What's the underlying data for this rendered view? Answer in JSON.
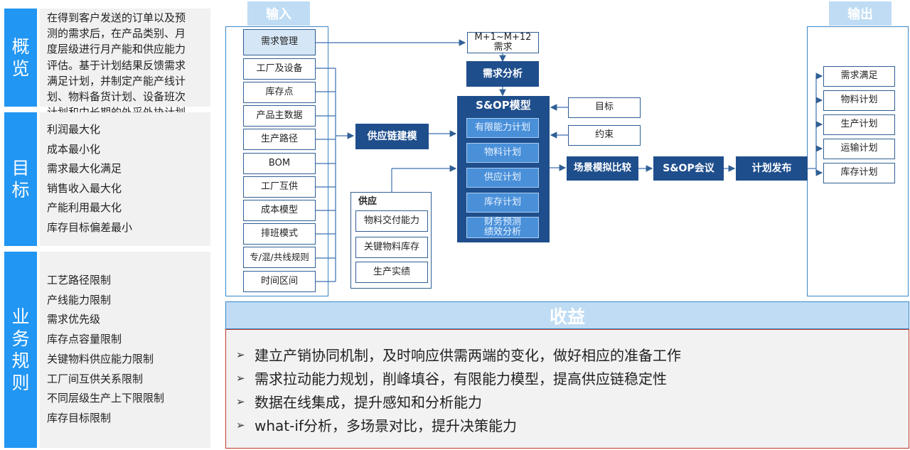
{
  "sidebar": {
    "overview": {
      "label": [
        "概",
        "览"
      ],
      "lines": [
        "在得到客户发送的订单以及预",
        "测的需求后，在产品类别、月",
        "度层级进行月产能和供应能力",
        "评估。基于计划结果反馈需求",
        "满足计划，并制定产能产线计",
        "划、物料备货计划、设备班次",
        "计划和中长期的外采外协计划"
      ]
    },
    "goals": {
      "label": [
        "目",
        "标"
      ],
      "items": [
        "利润最大化",
        "成本最小化",
        "需求最大化满足",
        "销售收入最大化",
        "产能利用最大化",
        "库存目标偏差最小"
      ]
    },
    "rules": {
      "label": [
        "业",
        "务",
        "规",
        "则"
      ],
      "items": [
        "工艺路径限制",
        "产线能力限制",
        "需求优先级",
        "库存点容量限制",
        "关键物料供应能力限制",
        "工厂间互供关系限制",
        "不同层级生产上下限限制",
        "库存目标限制"
      ]
    }
  },
  "diagram": {
    "input_header": "输入",
    "output_header": "输出",
    "inputs": [
      "需求管理",
      "工厂及设备",
      "库存点",
      "产品主数据",
      "生产路径",
      "BOM",
      "工厂互供",
      "成本模型",
      "排班模式",
      "专/混/共线规则",
      "时间区间"
    ],
    "demand_top": "M+1~M+12需求",
    "demand_analysis": "需求分析",
    "supply_build": "供应链建模",
    "model_title": "S&OP模型",
    "model_items": [
      "有限能力计划",
      "物料计划",
      "供应计划",
      "库存计划",
      "财务预测绩效分析"
    ],
    "target": "目标",
    "constraint": "约束",
    "supply_group": {
      "title": "供应",
      "items": [
        "物料交付能力",
        "关键物料库存",
        "生产实绩"
      ]
    },
    "scenario": "场景模拟比较",
    "meeting": "S&OP会议",
    "release": "计划发布",
    "outputs": [
      "需求满足",
      "物料计划",
      "生产计划",
      "运输计划",
      "库存计划"
    ]
  },
  "benefits": {
    "title": "收益",
    "items": [
      "建立产销协同机制，及时响应供需两端的变化，做好相应的准备工作",
      "需求拉动能力规划，削峰填谷，有限能力模型，提高供应链稳定性",
      "数据在线集成，提升感知和分析能力",
      "what-if分析，多场景对比，提升决策能力"
    ]
  },
  "colors": {
    "accent_blue": "#2196F3",
    "dark_blue": "#1f4e8c",
    "mid_blue": "#4a90d9",
    "light_blue": "#bfdcf4",
    "benefit_border": "#c0392b"
  }
}
